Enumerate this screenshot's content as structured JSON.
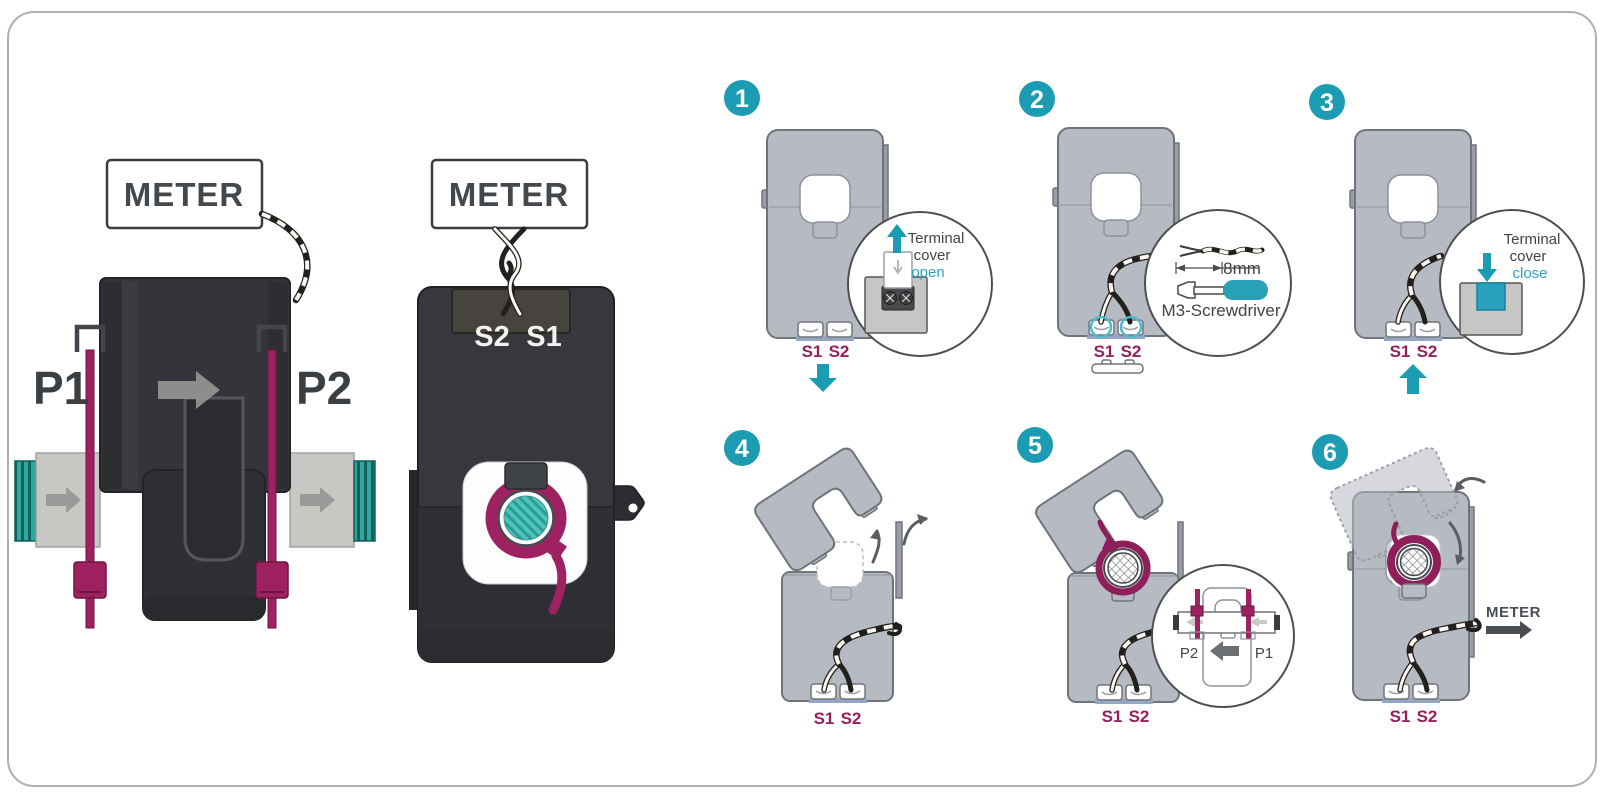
{
  "palette": {
    "teal": "#1b9cb2",
    "teal_text": "#2ba4c4",
    "teal_fill": "#2aa2bd",
    "magenta": "#951f5c",
    "magenta_clip": "#9e2161",
    "dark_body": "#333438",
    "gray_body": "#b6bac2",
    "outline": "#70747a",
    "text_dark": "#3f4449",
    "frame_border": "#b0b0b0",
    "conductor_teal": "#4cc4bc"
  },
  "left_diagram": {
    "side_view": {
      "meter_label": "METER",
      "p1_label": "P1",
      "p2_label": "P2"
    },
    "front_view": {
      "meter_label": "METER",
      "s2_label": "S2",
      "s1_label": "S1"
    }
  },
  "steps": [
    {
      "number": "1",
      "s1": "S1",
      "s2": "S2",
      "callout": {
        "line1": "Terminal",
        "line2": "cover",
        "line3": "open"
      }
    },
    {
      "number": "2",
      "s1": "S1",
      "s2": "S2",
      "callout": {
        "dimension": "8mm",
        "tool": "M3-Screwdriver"
      }
    },
    {
      "number": "3",
      "s1": "S1",
      "s2": "S2",
      "callout": {
        "line1": "Terminal",
        "line2": "cover",
        "line3": "close"
      }
    },
    {
      "number": "4",
      "s1": "S1",
      "s2": "S2"
    },
    {
      "number": "5",
      "s1": "S1",
      "s2": "S2",
      "callout": {
        "left_label": "P2",
        "right_label": "P1"
      }
    },
    {
      "number": "6",
      "s1": "S1",
      "s2": "S2",
      "meter_label": "METER"
    }
  ]
}
